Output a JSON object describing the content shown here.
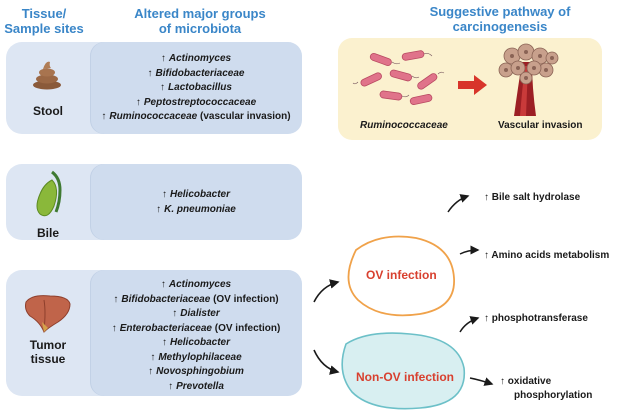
{
  "headers": {
    "sites": [
      "Tissue/",
      "Sample sites"
    ],
    "microbiota": [
      "Altered major groups",
      "of microbiota"
    ],
    "pathway": [
      "Suggestive pathway of",
      "carcinogenesis"
    ]
  },
  "stool": {
    "label": "Stool",
    "items": [
      {
        "arrow": "↑",
        "name": "Actinomyces",
        "note": ""
      },
      {
        "arrow": "↑",
        "name": "Bifidobacteriaceae",
        "note": ""
      },
      {
        "arrow": "↑",
        "name": "Lactobacillus",
        "note": ""
      },
      {
        "arrow": "↑",
        "name": "Peptostreptococcaceae",
        "note": ""
      },
      {
        "arrow": "↑",
        "name": "Ruminococcaceae",
        "note": "(vascular invasion)"
      }
    ]
  },
  "bile": {
    "label": "Bile",
    "items": [
      {
        "arrow": "↑",
        "name": "Helicobacter",
        "note": ""
      },
      {
        "arrow": "↑",
        "name": "K. pneumoniae",
        "note": ""
      }
    ]
  },
  "tumor": {
    "label": [
      "Tumor",
      "tissue"
    ],
    "items": [
      {
        "arrow": "↑",
        "name": "Actinomyces",
        "note": ""
      },
      {
        "arrow": "↑",
        "name": "Bifidobacteriaceae",
        "note": "(OV infection)"
      },
      {
        "arrow": "↑",
        "name": "Dialister",
        "note": ""
      },
      {
        "arrow": "↑",
        "name": "Enterobacteriaceae",
        "note": "(OV infection)"
      },
      {
        "arrow": "↑",
        "name": "Helicobacter",
        "note": ""
      },
      {
        "arrow": "↑",
        "name": "Methylophilaceae",
        "note": ""
      },
      {
        "arrow": "↑",
        "name": "Novosphingobium",
        "note": ""
      },
      {
        "arrow": "↑",
        "name": "Prevotella",
        "note": ""
      }
    ]
  },
  "pathway": {
    "bacteria_label": "Ruminococcaceae",
    "outcome_label": "Vascular invasion"
  },
  "ov_infection": {
    "label": "OV infection",
    "outcomes": [
      "↑ Bile salt hydrolase",
      "↑ Amino acids metabolism"
    ]
  },
  "non_ov_infection": {
    "label": "Non-OV infection",
    "outcomes": [
      "↑ phosphotransferase",
      "↑ oxidative",
      "phosphorylation"
    ]
  },
  "colors": {
    "header_blue": "#3a86c8",
    "card_bg": "#dde6f3",
    "inner_bg": "#cfdcee",
    "pathway_bg": "#fbf1cf",
    "ov_border": "#f0a24a",
    "non_ov_fill": "#d8eff1",
    "non_ov_border": "#6cc0c8",
    "red_text": "#d8402f"
  }
}
